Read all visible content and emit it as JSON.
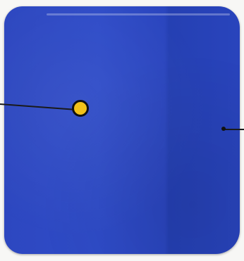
{
  "colors": {
    "background": "#f7f7f5",
    "slab": "#2f4cc8",
    "slab_dark_band": "#2540b3",
    "marker_fill": "#f2c21a",
    "marker_outline": "#111111",
    "leader_line": "#1a1a1a"
  },
  "markers": [
    {
      "id": "callout-marker-a",
      "style": "filled-circle-yellow"
    },
    {
      "id": "callout-marker-b",
      "style": "dot-black"
    }
  ]
}
